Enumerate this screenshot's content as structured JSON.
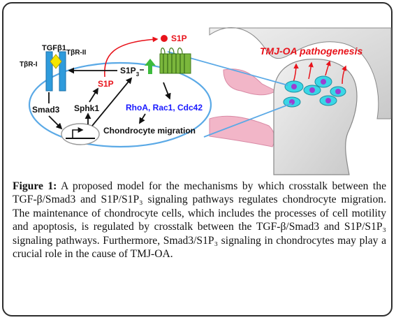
{
  "diagram": {
    "receptors": {
      "tgfb1": "TGFβ1",
      "tbr1": "TβR-I",
      "tbr2": "TβR-II"
    },
    "smad3": "Smad3",
    "sphk1": "Sphk1",
    "s1p_inner": "S1P",
    "s1p_outer": "S1P",
    "s1p3_base": "S1P",
    "s1p3_sub": "3",
    "rho": "RhoA, Rac1, Cdc42",
    "migration": "Chondrocyte migration",
    "tmj_title": "TMJ-OA pathogenesis"
  },
  "caption": {
    "label": "Figure 1:",
    "text": "A proposed model for the mechanisms by which crosstalk between the TGF-β/Smad3 and S1P/S1P₃ signaling pathways regulates chondrocyte migration. The maintenance of chondrocyte cells, which includes the processes of cell motility and apoptosis, is regulated by crosstalk between the TGF-β/Smad3 and S1P/S1P₃ signaling pathways. Furthermore, Smad3/S1P₃ signaling in chondrocytes may play a crucial role in the cause of TMJ-OA."
  },
  "colors": {
    "red": "#e8131b",
    "blue": "#1a1aff",
    "receptor_blue": "#2e9bdc",
    "ligand_yellow": "#f5e600",
    "membrane_green": "#7bb73c",
    "arrow_green": "#3dbb3d",
    "cell_fill": "#3ad6e6",
    "nucleus": "#9b3fd1",
    "ellipse_blue": "#5aa9e6",
    "tissue_pink": "#f2b6c8",
    "bone_gray": "#d9d9d9"
  },
  "icons": [
    "tgfb-receptor-icon",
    "gpcr-membrane-icon",
    "up-arrow-icon",
    "gene-promoter-icon",
    "chondrocyte-cell-icon"
  ]
}
